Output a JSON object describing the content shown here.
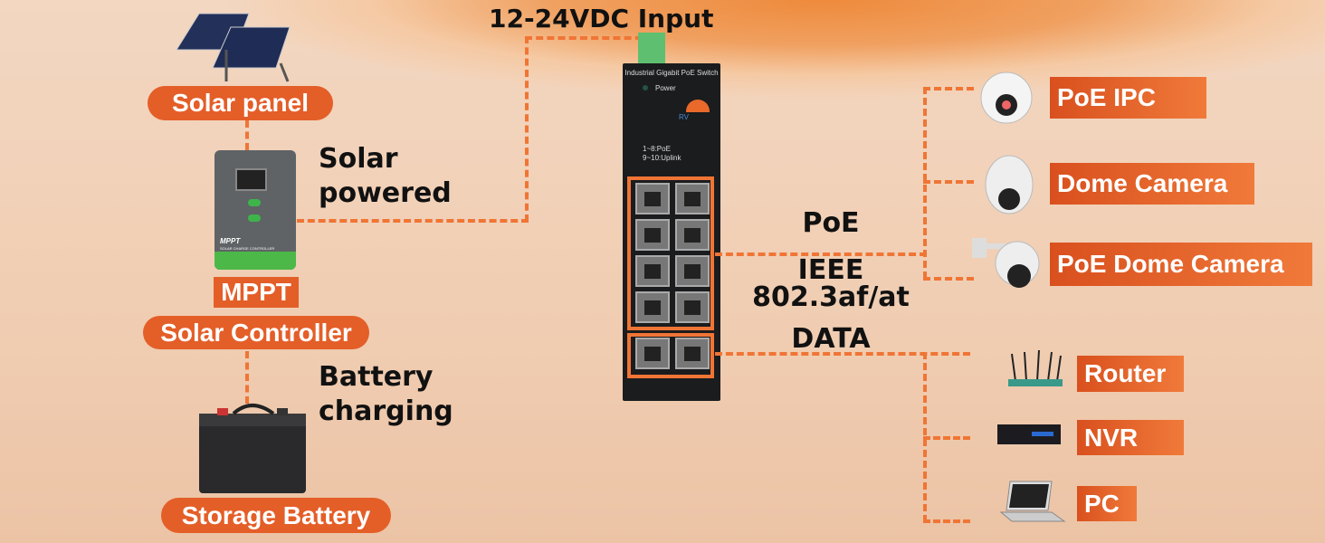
{
  "input_label": "12-24VDC Input",
  "left": {
    "solar_panel": "Solar panel",
    "solar_powered": [
      "Solar",
      "powered"
    ],
    "mppt": "MPPT",
    "solar_controller": "Solar Controller",
    "controller_text": "MPPT",
    "controller_sub": "SOLAR CHARGE CONTROLLER",
    "battery_charging": [
      "Battery",
      "charging"
    ],
    "storage_battery": "Storage Battery"
  },
  "switch": {
    "title": "Industrial Gigabit PoE Switch",
    "power": "Power",
    "logo": "RV",
    "ports_note": [
      "1~8:PoE",
      "9~10:Uplink"
    ]
  },
  "middle": {
    "poe": "PoE",
    "ieee": "IEEE",
    "standard": "802.3af/at",
    "data": "DATA"
  },
  "right": {
    "poe_devices": [
      "PoE IPC",
      "Dome Camera",
      "PoE Dome Camera"
    ],
    "data_devices": [
      "Router",
      "NVR",
      "PC"
    ]
  },
  "colors": {
    "accent": "#f07535",
    "label": "#e45e28",
    "switch": "#1b1c1e"
  }
}
